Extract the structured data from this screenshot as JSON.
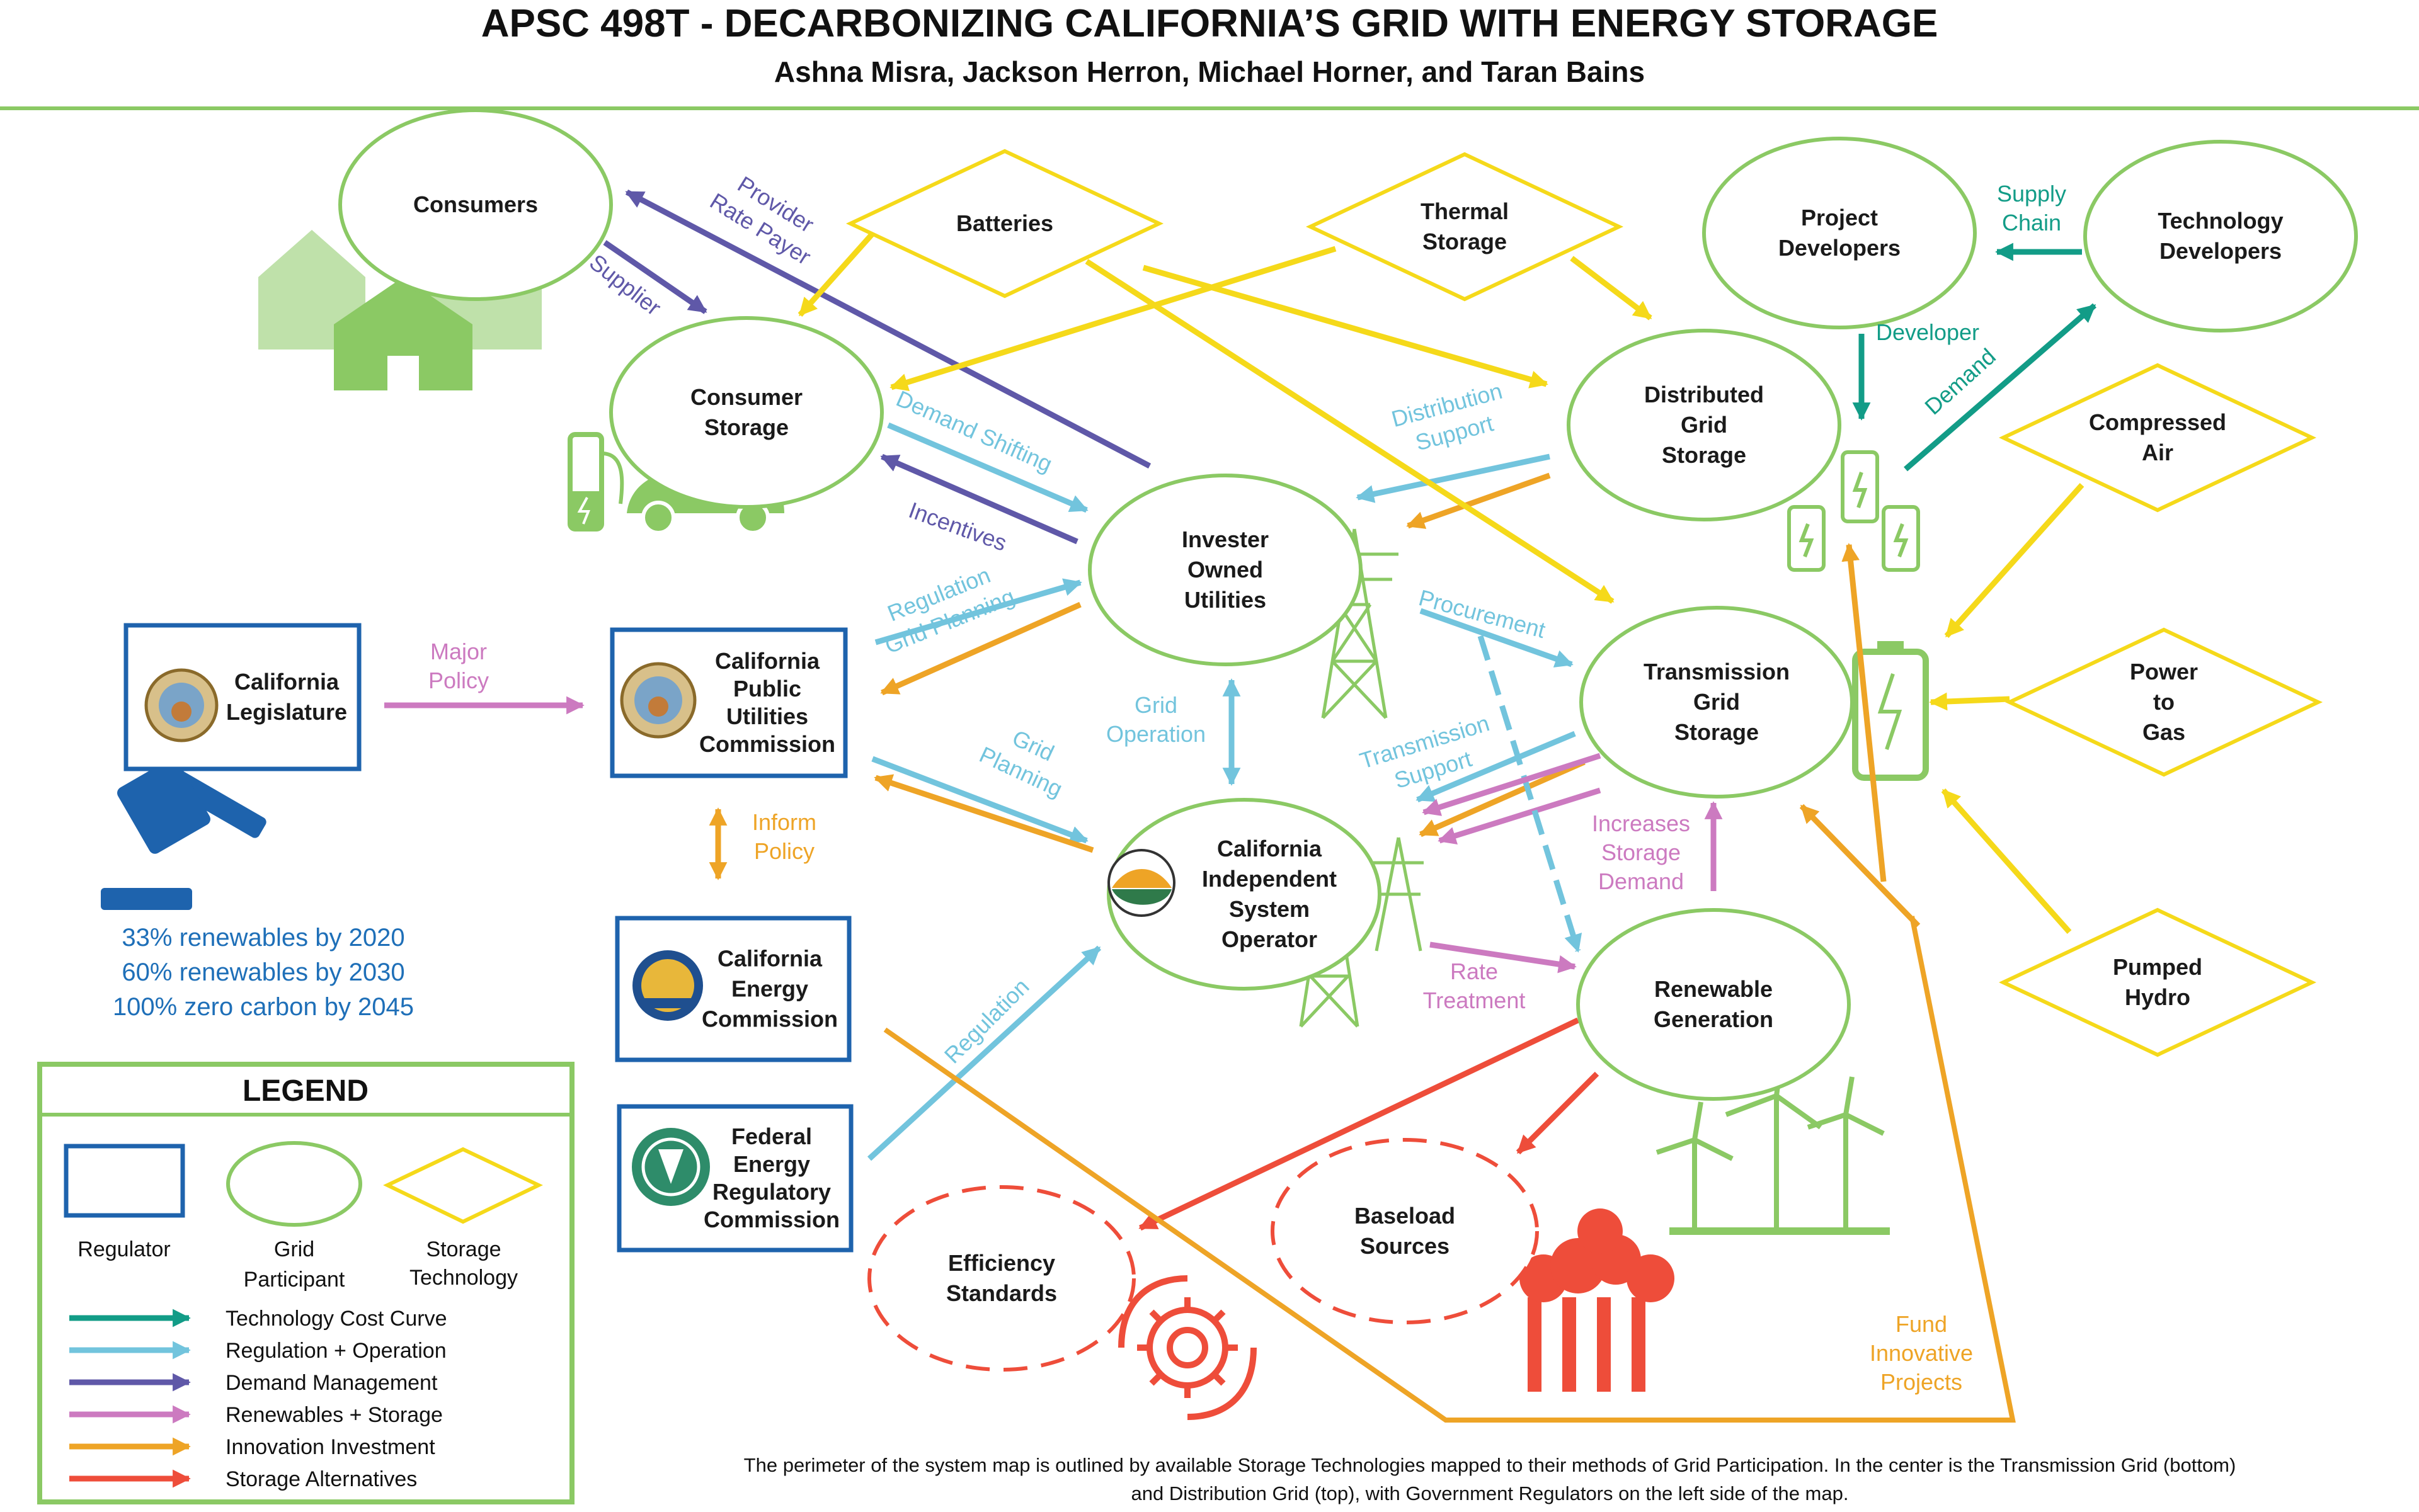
{
  "header": {
    "title": "APSC 498T - DECARBONIZING CALIFORNIA’S GRID WITH ENERGY STORAGE",
    "authors": "Ashna Misra, Jackson Herron, Michael Horner, and Taran Bains"
  },
  "colors": {
    "tech_cost": "#129c87",
    "regulation": "#72c4dd",
    "demand": "#5f58a8",
    "renewables": "#cc7ac0",
    "innovation": "#eea426",
    "alternatives": "#ee4d3a",
    "grid_participant": "#8bc964",
    "storage_tech": "#f5d91a",
    "regulator": "#1e63ad"
  },
  "nodes": {
    "consumers": [
      "Consumers"
    ],
    "consumer_storage": [
      "Consumer",
      "Storage"
    ],
    "iou": [
      "Invester",
      "Owned",
      "Utilities"
    ],
    "caiso": [
      "California",
      "Independent",
      "System",
      "Operator"
    ],
    "distributed": [
      "Distributed",
      "Grid",
      "Storage"
    ],
    "transmission": [
      "Transmission",
      "Grid",
      "Storage"
    ],
    "renewable": [
      "Renewable",
      "Generation"
    ],
    "project_dev": [
      "Project",
      "Developers"
    ],
    "tech_dev": [
      "Technology",
      "Developers"
    ],
    "batteries": [
      "Batteries"
    ],
    "thermal": [
      "Thermal",
      "Storage"
    ],
    "compressed_air": [
      "Compressed",
      "Air"
    ],
    "power_to_gas": [
      "Power",
      "to",
      "Gas"
    ],
    "pumped_hydro": [
      "Pumped",
      "Hydro"
    ],
    "legislature": [
      "California",
      "Legislature"
    ],
    "cpuc": [
      "California",
      "Public",
      "Utilities",
      "Commission"
    ],
    "cec": [
      "California",
      "Energy",
      "Commission"
    ],
    "ferc": [
      "Federal",
      "Energy",
      "Regulatory",
      "Commission"
    ],
    "efficiency": [
      "Efficiency",
      "Standards"
    ],
    "baseload": [
      "Baseload",
      "Sources"
    ]
  },
  "edge_labels": {
    "provider_rate_payer": [
      "Provider",
      "Rate Payer"
    ],
    "supplier": "Supplier",
    "demand_shifting": "Demand Shifting",
    "incentives": "Incentives",
    "regulation_grid_planning": [
      "Regulation",
      "Grid Planning"
    ],
    "grid_planning": [
      "Grid",
      "Planning"
    ],
    "grid_operation": [
      "Grid",
      "Operation"
    ],
    "distribution_support": [
      "Distribution",
      "Support"
    ],
    "procurement": "Procurement",
    "transmission_support": [
      "Transmission",
      "Support"
    ],
    "increases_storage_demand": [
      "Increases",
      "Storage",
      "Demand"
    ],
    "rate_treatment": [
      "Rate",
      "Treatment"
    ],
    "major_policy": [
      "Major",
      "Policy"
    ],
    "inform_policy": [
      "Inform",
      "Policy"
    ],
    "regulation": "Regulation",
    "supply_chain": [
      "Supply",
      "Chain"
    ],
    "developer": "Developer",
    "demand": "Demand",
    "fund_innovative_projects": [
      "Fund",
      "Innovative",
      "Projects"
    ]
  },
  "goals": [
    "33% renewables by 2020",
    "60% renewables by 2030",
    "100% zero carbon by 2045"
  ],
  "legend": {
    "title": "LEGEND",
    "regulator": "Regulator",
    "grid_participant": [
      "Grid",
      "Participant"
    ],
    "storage_technology": [
      "Storage",
      "Technology"
    ],
    "arrows": [
      "Technology Cost Curve",
      "Regulation + Operation",
      "Demand Management",
      "Renewables + Storage",
      "Innovation Investment",
      "Storage Alternatives"
    ]
  },
  "footer": [
    "The perimeter of the system map is outlined by available Storage Technologies mapped to their methods of Grid Participation. In the center is the Transmission Grid (bottom)",
    "and Distribution Grid (top), with Government Regulators on the left side of the map."
  ]
}
